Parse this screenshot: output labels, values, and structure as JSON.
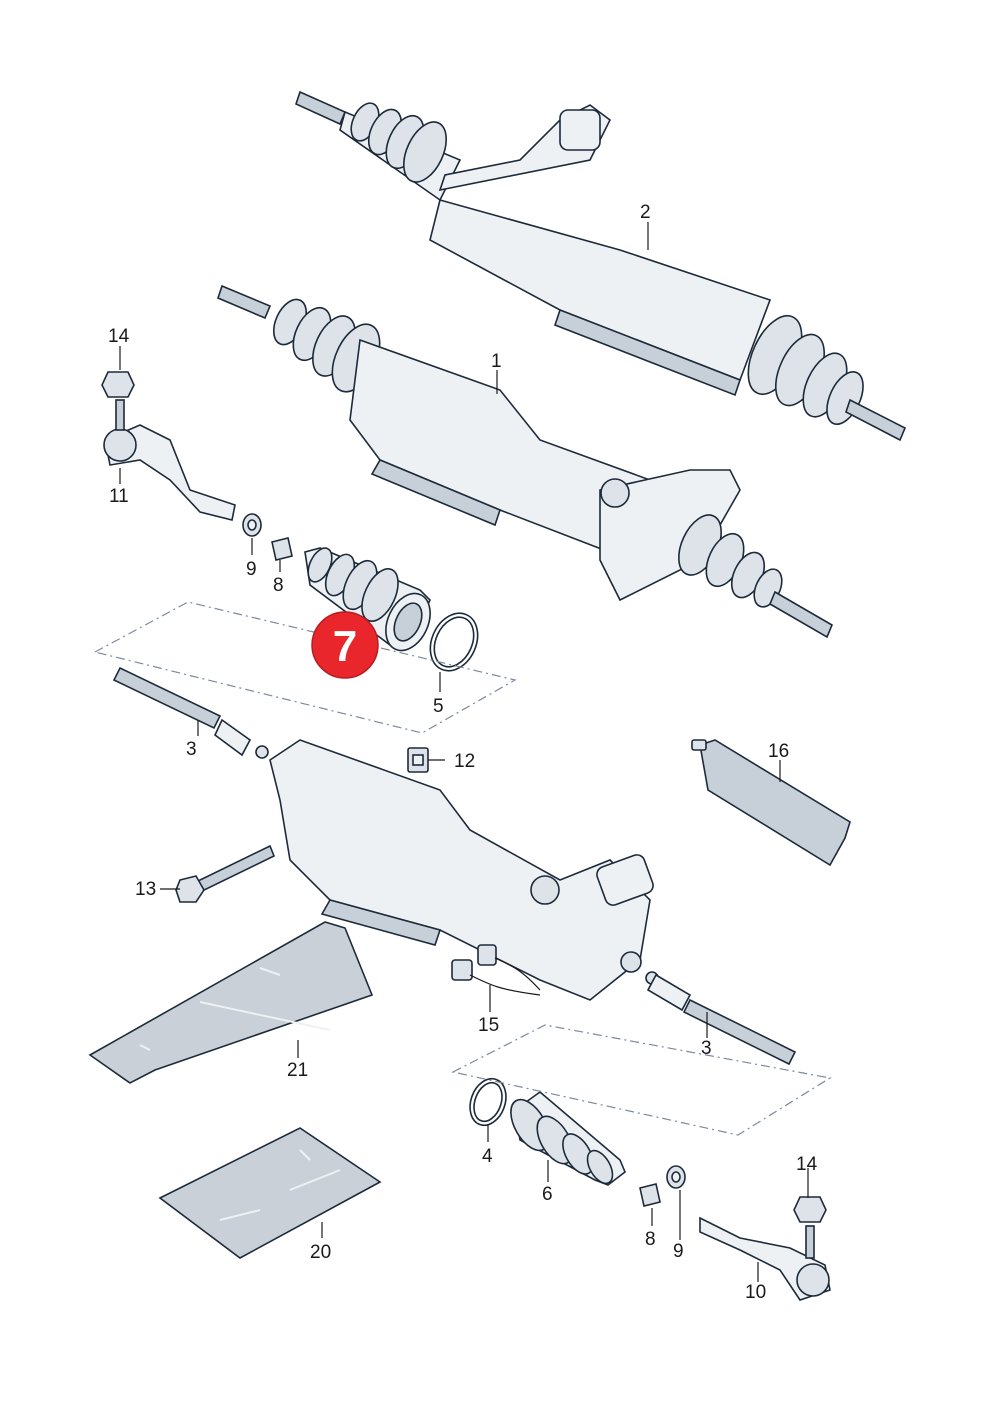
{
  "callouts": {
    "c1": "1",
    "c2": "2",
    "c3a": "3",
    "c3b": "3",
    "c4": "4",
    "c5": "5",
    "c6": "6",
    "c8a": "8",
    "c8b": "8",
    "c9a": "9",
    "c9b": "9",
    "c10": "10",
    "c11": "11",
    "c12": "12",
    "c13": "13",
    "c14a": "14",
    "c14b": "14",
    "c15": "15",
    "c16": "16",
    "c20": "20",
    "c21": "21"
  },
  "highlight": {
    "label": "7",
    "color": "#e8262b"
  },
  "colors": {
    "part_fill": "#eef1f4",
    "part_shade": "#c7d0d9",
    "outline": "#1d2a3a"
  }
}
